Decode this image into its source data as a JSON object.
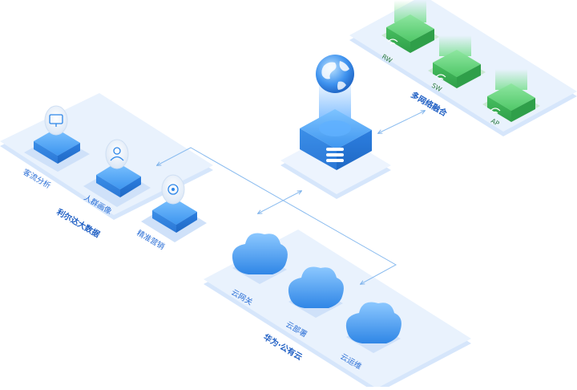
{
  "groups": {
    "bigdata": {
      "title": "利尔达大数据",
      "items": [
        "客流分析",
        "人群画像",
        "精准营销"
      ]
    },
    "cloud": {
      "title": "华为·公有云",
      "items": [
        "云网关",
        "云部署",
        "云运维"
      ]
    },
    "network": {
      "title": "多网络融合",
      "items": [
        "RW",
        "SW",
        "AP"
      ]
    }
  },
  "colors": {
    "platform": "#e3eefc",
    "blue_accent": "#2d86e8",
    "green_accent": "#3dbb5a",
    "connector": "#7fb4ec"
  }
}
